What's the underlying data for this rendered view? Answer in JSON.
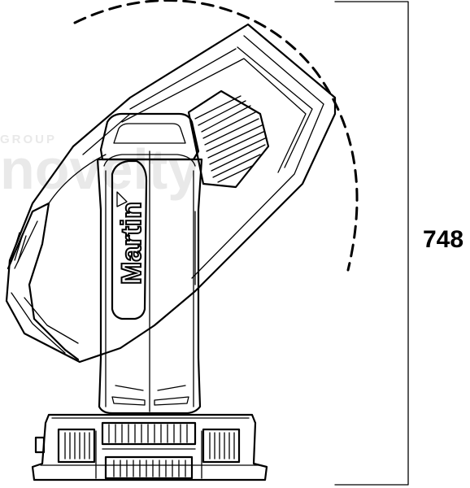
{
  "watermark": {
    "top_text": "GROUP",
    "main_text": "novelty"
  },
  "brand": {
    "logo_text": "Martin"
  },
  "dimension": {
    "value_label": "748"
  },
  "colors": {
    "line": "#000000",
    "background": "#ffffff",
    "watermark": "#e9e9e9"
  }
}
